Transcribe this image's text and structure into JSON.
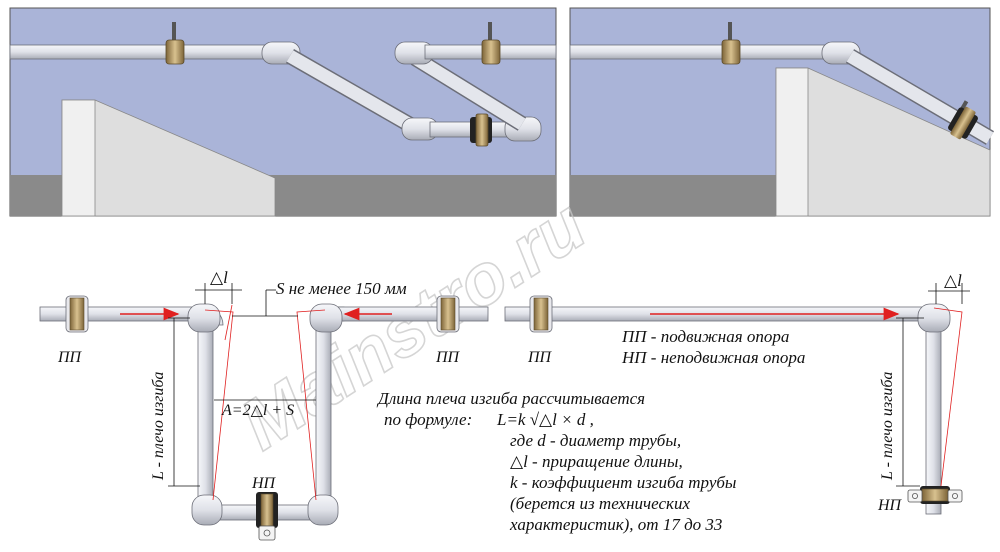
{
  "watermark": "Mainstro.ru",
  "labels": {
    "pp": "ПП",
    "np": "НП",
    "delta_l": "△l",
    "s_distance": "S не менее 150 мм",
    "arm_length": "L - плечо изгиба",
    "a_formula": "A=2△l + S"
  },
  "legend": {
    "pp_desc": "ПП - подвижная опора",
    "np_desc": "НП - неподвижная опора"
  },
  "formula_text": {
    "line1": "Длина плеча изгиба рассчитывается",
    "line2_prefix": "по формуле:",
    "formula": "L=k √△l × d ,",
    "line3": "где d - диаметр трубы,",
    "line4": "△l - приращение длины,",
    "line5": "k - коэффициент изгиба трубы",
    "line6": "(берется из технических",
    "line7": "характеристик), от 17 до 33"
  },
  "colors": {
    "panel_bg": "#aab4d8",
    "wall": "#dcdcdc",
    "floor": "#8a8a8a",
    "pipe": "#e4e6ec",
    "pipe_stroke": "#6c6e78",
    "arrow": "#e02020",
    "clamp_bronze": "#b59868"
  }
}
